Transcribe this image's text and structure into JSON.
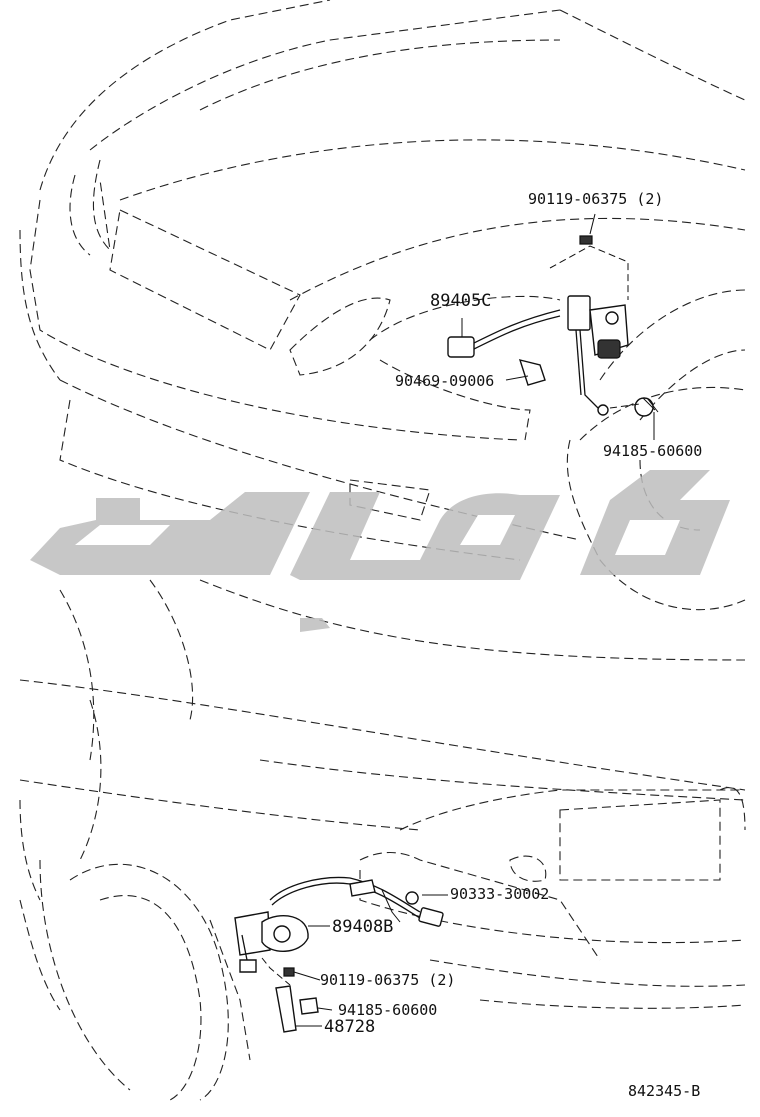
{
  "diagram": {
    "figure_code": "842345-B",
    "upper_assembly": {
      "callouts": [
        {
          "id": "c1",
          "label": "90119-06375 (2)"
        },
        {
          "id": "c2",
          "label": "89405C"
        },
        {
          "id": "c3",
          "label": "90469-09006"
        },
        {
          "id": "c4",
          "label": "94185-60600"
        }
      ]
    },
    "lower_assembly": {
      "callouts": [
        {
          "id": "c5",
          "label": "90333-30002"
        },
        {
          "id": "c6",
          "label": "89408B"
        },
        {
          "id": "c7",
          "label": "90119-06375 (2)"
        },
        {
          "id": "c8",
          "label": "94185-60600"
        },
        {
          "id": "c9",
          "label": "48728"
        }
      ]
    },
    "watermark": {
      "icon": "watermark-logo"
    }
  }
}
